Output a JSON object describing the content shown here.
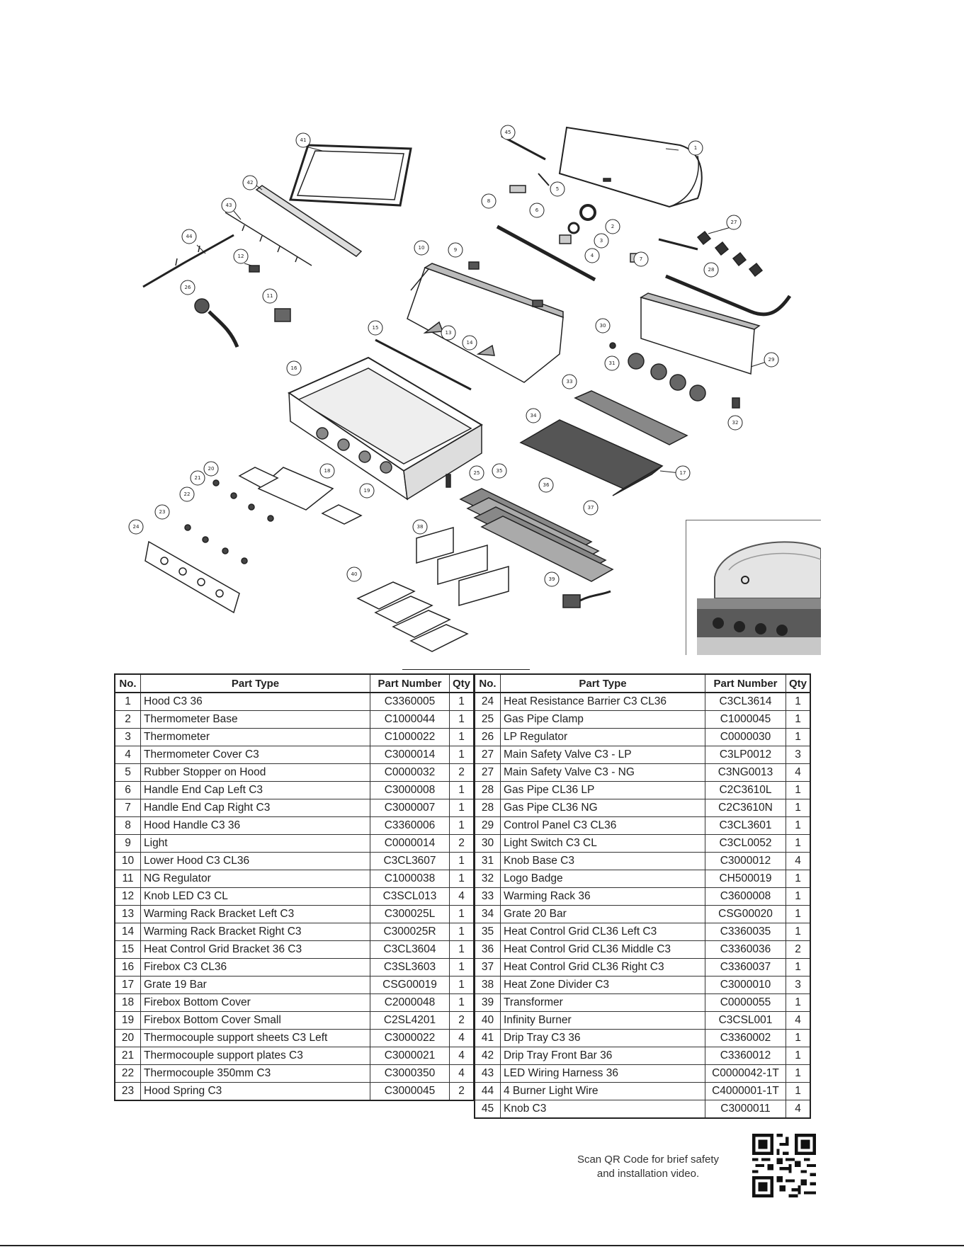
{
  "table_headers": {
    "no": "No.",
    "part_type": "Part Type",
    "part_number": "Part Number",
    "qty": "Qty"
  },
  "parts_left": [
    {
      "no": "1",
      "type": "Hood C3 36",
      "number": "C3360005",
      "qty": "1"
    },
    {
      "no": "2",
      "type": "Thermometer Base",
      "number": "C1000044",
      "qty": "1"
    },
    {
      "no": "3",
      "type": "Thermometer",
      "number": "C1000022",
      "qty": "1"
    },
    {
      "no": "4",
      "type": "Thermometer Cover C3",
      "number": "C3000014",
      "qty": "1"
    },
    {
      "no": "5",
      "type": "Rubber Stopper on Hood",
      "number": "C0000032",
      "qty": "2"
    },
    {
      "no": "6",
      "type": "Handle End Cap Left C3",
      "number": "C3000008",
      "qty": "1"
    },
    {
      "no": "7",
      "type": "Handle End Cap Right C3",
      "number": "C3000007",
      "qty": "1"
    },
    {
      "no": "8",
      "type": "Hood Handle C3 36",
      "number": "C3360006",
      "qty": "1"
    },
    {
      "no": "9",
      "type": "Light",
      "number": "C0000014",
      "qty": "2"
    },
    {
      "no": "10",
      "type": "Lower Hood C3 CL36",
      "number": "C3CL3607",
      "qty": "1"
    },
    {
      "no": "11",
      "type": "NG Regulator",
      "number": "C1000038",
      "qty": "1"
    },
    {
      "no": "12",
      "type": "Knob LED C3 CL",
      "number": "C3SCL013",
      "qty": "4"
    },
    {
      "no": "13",
      "type": "Warming Rack Bracket Left C3",
      "number": "C300025L",
      "qty": "1"
    },
    {
      "no": "14",
      "type": "Warming Rack Bracket Right C3",
      "number": "C300025R",
      "qty": "1"
    },
    {
      "no": "15",
      "type": "Heat Control Grid Bracket 36 C3",
      "number": "C3CL3604",
      "qty": "1"
    },
    {
      "no": "16",
      "type": "Firebox C3 CL36",
      "number": "C3SL3603",
      "qty": "1"
    },
    {
      "no": "17",
      "type": "Grate 19 Bar",
      "number": "CSG00019",
      "qty": "1"
    },
    {
      "no": "18",
      "type": "Firebox Bottom Cover",
      "number": "C2000048",
      "qty": "1"
    },
    {
      "no": "19",
      "type": "Firebox Bottom Cover Small",
      "number": "C2SL4201",
      "qty": "2"
    },
    {
      "no": "20",
      "type": "Thermocouple support sheets C3 Left",
      "number": "C3000022",
      "qty": "4"
    },
    {
      "no": "21",
      "type": "Thermocouple support plates C3",
      "number": "C3000021",
      "qty": "4"
    },
    {
      "no": "22",
      "type": "Thermocouple 350mm C3",
      "number": "C3000350",
      "qty": "4"
    },
    {
      "no": "23",
      "type": "Hood Spring C3",
      "number": "C3000045",
      "qty": "2"
    }
  ],
  "parts_right": [
    {
      "no": "24",
      "type": "Heat Resistance Barrier C3 CL36",
      "number": "C3CL3614",
      "qty": "1"
    },
    {
      "no": "25",
      "type": "Gas Pipe Clamp",
      "number": "C1000045",
      "qty": "1"
    },
    {
      "no": "26",
      "type": "LP Regulator",
      "number": "C0000030",
      "qty": "1"
    },
    {
      "no": "27",
      "type": "Main Safety Valve C3 - LP",
      "number": "C3LP0012",
      "qty": "3"
    },
    {
      "no": "27",
      "type": "Main Safety Valve C3 - NG",
      "number": "C3NG0013",
      "qty": "4"
    },
    {
      "no": "28",
      "type": "Gas Pipe CL36 LP",
      "number": "C2C3610L",
      "qty": "1"
    },
    {
      "no": "28",
      "type": "Gas Pipe CL36 NG",
      "number": "C2C3610N",
      "qty": "1"
    },
    {
      "no": "29",
      "type": "Control Panel C3 CL36",
      "number": "C3CL3601",
      "qty": "1"
    },
    {
      "no": "30",
      "type": "Light Switch C3 CL",
      "number": "C3CL0052",
      "qty": "1"
    },
    {
      "no": "31",
      "type": "Knob Base C3",
      "number": "C3000012",
      "qty": "4"
    },
    {
      "no": "32",
      "type": "Logo Badge",
      "number": "CH500019",
      "qty": "1"
    },
    {
      "no": "33",
      "type": "Warming Rack 36",
      "number": "C3600008",
      "qty": "1"
    },
    {
      "no": "34",
      "type": "Grate 20 Bar",
      "number": "CSG00020",
      "qty": "1"
    },
    {
      "no": "35",
      "type": "Heat Control Grid CL36 Left C3",
      "number": "C3360035",
      "qty": "1"
    },
    {
      "no": "36",
      "type": "Heat Control Grid CL36 Middle C3",
      "number": "C3360036",
      "qty": "2"
    },
    {
      "no": "37",
      "type": "Heat Control Grid CL36 Right C3",
      "number": "C3360037",
      "qty": "1"
    },
    {
      "no": "38",
      "type": "Heat Zone Divider C3",
      "number": "C3000010",
      "qty": "3"
    },
    {
      "no": "39",
      "type": "Transformer",
      "number": "C0000055",
      "qty": "1"
    },
    {
      "no": "40",
      "type": "Infinity Burner",
      "number": "C3CSL001",
      "qty": "4"
    },
    {
      "no": "41",
      "type": "Drip Tray  C3 36",
      "number": "C3360002",
      "qty": "1"
    },
    {
      "no": "42",
      "type": "Drip Tray Front Bar 36",
      "number": "C3360012",
      "qty": "1"
    },
    {
      "no": "43",
      "type": "LED Wiring Harness 36",
      "number": "C0000042-1T",
      "qty": "1"
    },
    {
      "no": "44",
      "type": "4 Burner Light Wire",
      "number": "C4000001-1T",
      "qty": "1"
    },
    {
      "no": "45",
      "type": "Knob C3",
      "number": "C3000011",
      "qty": "4"
    }
  ],
  "diagram_labels": [
    "1",
    "2",
    "3",
    "4",
    "5",
    "6",
    "7",
    "8",
    "9",
    "10",
    "11",
    "12",
    "13",
    "14",
    "15",
    "16",
    "17",
    "18",
    "19",
    "20",
    "21",
    "22",
    "23",
    "24",
    "25",
    "26",
    "27",
    "28",
    "29",
    "30",
    "31",
    "32",
    "33",
    "34",
    "35",
    "36",
    "37",
    "38",
    "39",
    "40",
    "41",
    "42",
    "43",
    "44",
    "45"
  ],
  "qr_caption": "Scan QR Code for brief safety and installation video."
}
